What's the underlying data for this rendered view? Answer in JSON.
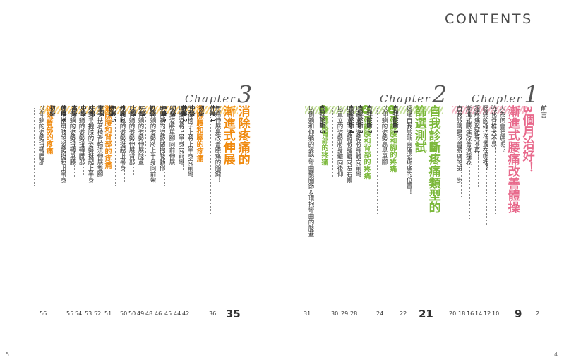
{
  "header": {
    "contents_label": "CONTENTS"
  },
  "pages": {
    "left_number": "5",
    "right_number": "4"
  },
  "foreword": {
    "label": "前言",
    "page": "2"
  },
  "chapter1": {
    "word": "Chapter",
    "number": "1",
    "title_line1": "3個月治好！",
    "title_line2": "漸進式腰痛改善體操",
    "page": "9",
    "items": [
      {
        "text": "人為何會腰痛呢？",
        "page": "10"
      },
      {
        "text": "強化脊椎大不易！",
        "page": "12"
      },
      {
        "text": "腰痛的確切位置在哪裡？",
        "page": "14"
      },
      {
        "text": "讓疼痛與難受不再！",
        "page": "16"
      },
      {
        "text": "漸進式腰痛改善流程表",
        "page": "18"
      },
      {
        "text": "自我診斷是改善腰痛的第一步",
        "page": "20"
      }
    ]
  },
  "chapter2": {
    "word": "Chapter",
    "number": "2",
    "title_line1": "自我診斷疼痛類型的",
    "title_line2": "篩選測試",
    "page": "21",
    "intro": {
      "text": "透過自我診斷來確認疼痛的位置！",
      "page": "22"
    },
    "sections": [
      {
        "badge": "1",
        "title": "確認腰和腳的疼痛",
        "page": "",
        "items": [
          {
            "code": "自我診斷 1",
            "text": "以仰躺的姿勢高舉單腳",
            "page": "24"
          }
        ]
      },
      {
        "badge": "2",
        "title": "確認腰和背部的疼痛",
        "page": "",
        "items": [
          {
            "code": "自我診斷 2",
            "text": "以直立的姿勢將身體向前彎",
            "page": "28"
          },
          {
            "code": "自我診斷 3",
            "text": "以直立的姿勢將身體向左右傾",
            "page": "29"
          },
          {
            "code": "自我診斷 4",
            "text": "以直立的姿勢將身體向後仰",
            "page": "30"
          }
        ]
      },
      {
        "badge": "3",
        "title": "確認臀部的疼痛",
        "page": "",
        "items": [
          {
            "code": "自我診斷 5",
            "text": "以側躺和仰躺的姿勢彎曲髖關節＆環抱彎曲的膝蓋",
            "page": "31"
          }
        ]
      }
    ]
  },
  "chapter3": {
    "word": "Chapter",
    "number": "3",
    "title_line1": "消除疼痛的",
    "title_line2": "漸進式伸展",
    "page": "35",
    "intro": {
      "text": "無痛伸展是改善腰痛的關鍵！",
      "page": "36"
    },
    "sections": [
      {
        "title": "消除腰和腳的疼痛",
        "items": [
          {
            "code": "伸展 1",
            "level": "初級",
            "text": "坐在椅子上將上半身向前彎",
            "page": "42"
          },
          {
            "code": "",
            "level": "中級",
            "text": "以坐姿將上半身向前彎",
            "page": "44"
          },
          {
            "code": "",
            "level": "高級",
            "text": "以坐姿將單腳向前伸展",
            "page": "45"
          },
          {
            "code": "伸展 2",
            "level": "初級",
            "text": "以仰躺的姿勢做抱膝動作",
            "page": "46"
          },
          {
            "code": "",
            "level": "中級",
            "text": "以仰躺的姿勢將上半身向前彎",
            "page": "48"
          },
          {
            "code": "伸展 3",
            "level": "初級",
            "text": "以仰躺的姿勢伸展膝蓋",
            "page": "49"
          },
          {
            "code": "",
            "level": "中級",
            "text": "以仰躺的姿勢伸展背部",
            "page": "50"
          },
          {
            "code": "",
            "level": "上級",
            "text": "以側臥的姿勢挺起上半身",
            "page": "50"
          }
        ]
      },
      {
        "title": "消除腰和背部的疼痛",
        "items": [
          {
            "code": "伸展 4",
            "level": "初級",
            "text": "雙手扶著椅背輪流伸展雙腳",
            "page": "51"
          },
          {
            "code": "伸展 5",
            "level": "初級",
            "text": "以雙手抱膝的姿勢挺起上半身",
            "page": "52"
          },
          {
            "code": "",
            "level": "中級",
            "text": "以仰躺的姿勢扭轉腰部",
            "page": "53"
          },
          {
            "code": "",
            "level": "中級",
            "text": "以側躺的姿勢扭轉單膝",
            "page": "54"
          },
          {
            "code": "",
            "level": "高級",
            "text": "以環抱單膝的姿勢挺起上半身",
            "page": "55"
          }
        ]
      },
      {
        "title": "消除臀部的疼痛",
        "items": [
          {
            "code": "伸展 6",
            "level": "初級",
            "text": "以仰躺的姿勢扭轉腰部",
            "page": "56"
          }
        ]
      }
    ]
  },
  "colors": {
    "green": "#7bb83a",
    "orange": "#f08a0e",
    "pink": "#e86a8c"
  }
}
